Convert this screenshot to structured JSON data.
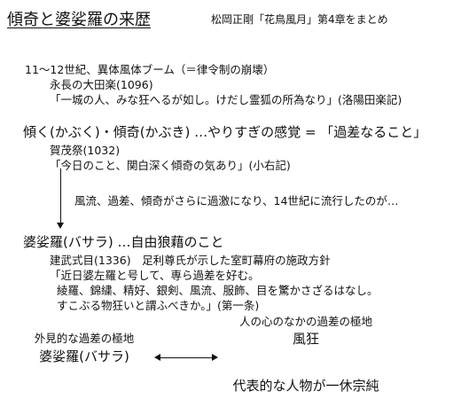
{
  "header": {
    "title": "傾奇と婆娑羅の来歴",
    "subtitle": "松岡正剛「花鳥風月」第4章をまとめ"
  },
  "section1": {
    "line1": "11～12世紀、異体風体ブーム（＝律令制の崩壊）",
    "line2": "永長の大田楽(1096)",
    "line3": "「一城の人、みな狂へるが如し。けだし霊狐の所為なり」(洛陽田楽記)"
  },
  "section2": {
    "heading": "傾く(かぶく)・傾奇(かぶき) …やりすぎの感覚 = 「過差なること」",
    "line1": "賀茂祭(1032)",
    "line2": "「今日のこと、関白深く傾奇の気あり」(小右記)"
  },
  "transition": {
    "text": "風流、過差、傾奇がさらに過激になり、14世紀に流行したのが…"
  },
  "section3": {
    "heading": "婆娑羅(バサラ) …自由狼藉のこと",
    "line1": "建武式目(1336)　足利尊氏が示した室町幕府の施政方針",
    "line2": "「近日婆左羅と号して、専ら過差を好む。",
    "line3": "綾羅、錦繍、精好、銀剣、風流、服飾、目を驚かさざるはなし。",
    "line4": "すこぶる物狂いと謂ふべきか。」(第一条)"
  },
  "compare": {
    "left_label": "外見的な過差の極地",
    "left_term": "婆娑羅(バサラ)",
    "right_label": "人の心のなかの過差の極地",
    "right_term": "風狂",
    "right_note": "代表的な人物が一休宗純"
  }
}
